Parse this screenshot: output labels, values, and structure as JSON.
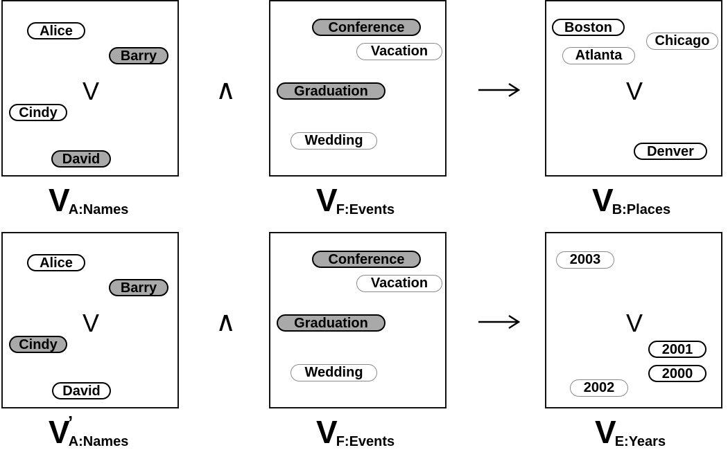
{
  "row1": {
    "names_panel": {
      "items": {
        "alice": {
          "label": "Alice",
          "style": "plain"
        },
        "barry": {
          "label": "Barry",
          "style": "shaded"
        },
        "cindy": {
          "label": "Cindy",
          "style": "plain"
        },
        "david": {
          "label": "David",
          "style": "shaded"
        }
      },
      "vee": "V",
      "caption_letter": "V",
      "caption_sub": "A:Names"
    },
    "and_symbol": "∧",
    "events_panel": {
      "items": {
        "conference": {
          "label": "Conference",
          "style": "shaded"
        },
        "vacation": {
          "label": "Vacation",
          "style": "light"
        },
        "graduation": {
          "label": "Graduation",
          "style": "shaded"
        },
        "wedding": {
          "label": "Wedding",
          "style": "light"
        }
      },
      "caption_letter": "V",
      "caption_sub": "F:Events"
    },
    "arrow_symbol": "⟶",
    "places_panel": {
      "items": {
        "boston": {
          "label": "Boston",
          "style": "plain"
        },
        "chicago": {
          "label": "Chicago",
          "style": "light"
        },
        "atlanta": {
          "label": "Atlanta",
          "style": "light"
        },
        "denver": {
          "label": "Denver",
          "style": "plain"
        }
      },
      "vee": "V",
      "caption_letter": "V",
      "caption_sub": "B:Places"
    }
  },
  "row2": {
    "names_panel": {
      "items": {
        "alice": {
          "label": "Alice",
          "style": "plain"
        },
        "barry": {
          "label": "Barry",
          "style": "shaded"
        },
        "cindy": {
          "label": "Cindy",
          "style": "shaded"
        },
        "david": {
          "label": "David",
          "style": "plain"
        }
      },
      "vee": "V",
      "caption_letter": "V",
      "caption_prime": "’",
      "caption_sub": "A:Names"
    },
    "and_symbol": "∧",
    "events_panel": {
      "items": {
        "conference": {
          "label": "Conference",
          "style": "shaded"
        },
        "vacation": {
          "label": "Vacation",
          "style": "light"
        },
        "graduation": {
          "label": "Graduation",
          "style": "shaded"
        },
        "wedding": {
          "label": "Wedding",
          "style": "light"
        }
      },
      "caption_letter": "V",
      "caption_sub": "F:Events"
    },
    "arrow_symbol": "⟶",
    "years_panel": {
      "items": {
        "y2003": {
          "label": "2003",
          "style": "light"
        },
        "y2001": {
          "label": "2001",
          "style": "plain"
        },
        "y2000": {
          "label": "2000",
          "style": "plain"
        },
        "y2002": {
          "label": "2002",
          "style": "light"
        }
      },
      "vee": "V",
      "caption_letter": "V",
      "caption_sub": "E:Years"
    }
  },
  "colors": {
    "shaded_fill": "#a9a9a9",
    "light_border": "#8a8a8a",
    "outline": "#000000"
  }
}
